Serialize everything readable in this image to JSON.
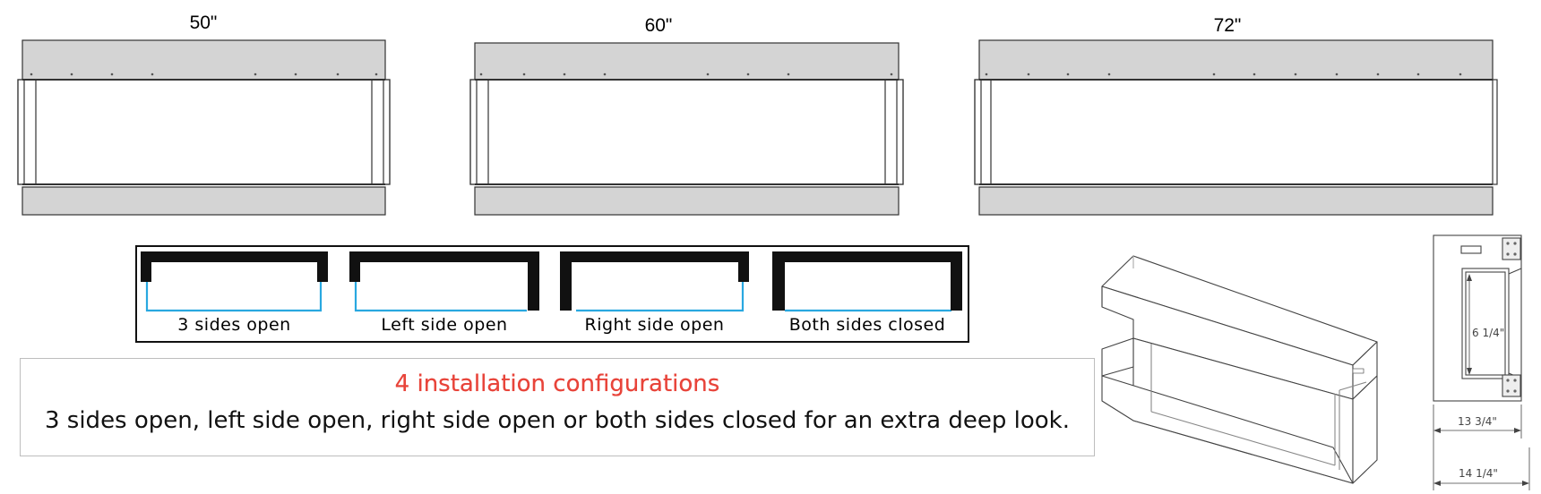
{
  "units": [
    {
      "size_label": "50\""
    },
    {
      "size_label": "60\""
    },
    {
      "size_label": "72\""
    }
  ],
  "configurations": [
    {
      "label": "3 sides open",
      "left_closed": false,
      "right_closed": false
    },
    {
      "label": "Left side open",
      "left_closed": false,
      "right_closed": true
    },
    {
      "label": "Right side open",
      "left_closed": true,
      "right_closed": false
    },
    {
      "label": "Both sides closed",
      "left_closed": true,
      "right_closed": true
    }
  ],
  "info": {
    "title": "4 installation configurations",
    "text": "3 sides open, left side open, right side open or both sides closed for an extra deep  look."
  },
  "side_view": {
    "dim_inner": "6 1/4\"",
    "dim_mid": "13 3/4\"",
    "dim_outer": "14 1/4\""
  },
  "colors": {
    "panel_gray": "#d4d4d4",
    "outline": "#333333",
    "glass_line": "#29a8e0",
    "title_red": "#e8443a"
  }
}
